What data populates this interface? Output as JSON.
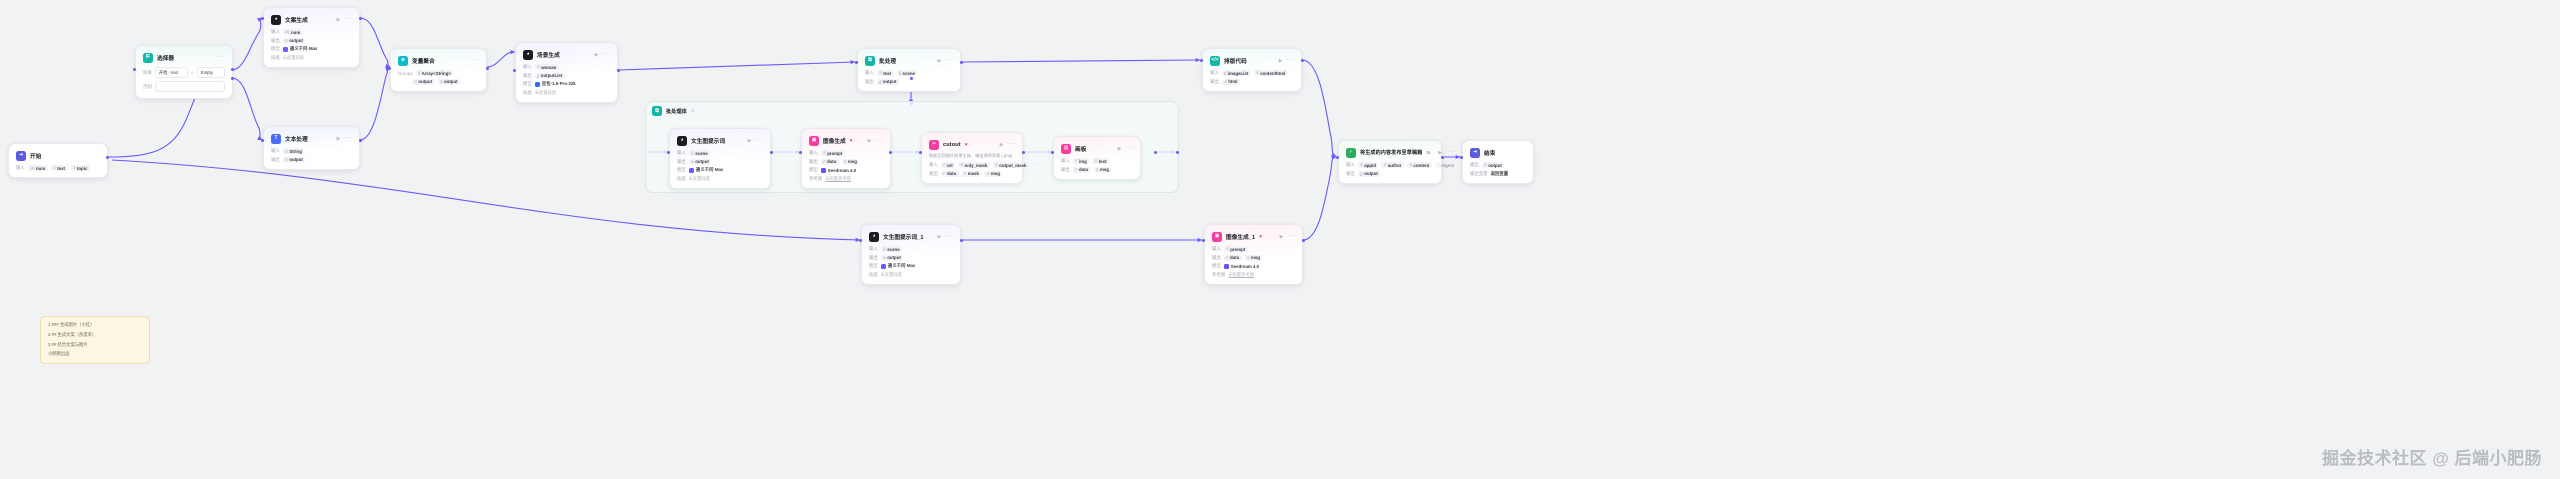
{
  "canvas": {
    "background": "#f1f2f4",
    "accent": "#6a5af9"
  },
  "watermark": "掘金技术社区 @ 后端小肥肠",
  "labels": {
    "input": "输入",
    "output": "输出",
    "model": "模型",
    "skill": "技能",
    "reference": "参考图",
    "output_var": "输出变量",
    "group1": "Group1"
  },
  "note": {
    "lines": [
      "1.### 生成图片（小红）",
      "2.## 生成文案（热度率）",
      "3.## 结合文案与图片",
      "小肥肠出品"
    ]
  },
  "nodes": {
    "start": {
      "title": "开始",
      "icon": "start-icon",
      "rows": [
        {
          "label": "输入",
          "chips": [
            {
              "t": "{x}",
              "v": "num"
            },
            {
              "t": "S",
              "v": "text"
            },
            {
              "t": "S",
              "v": "topic"
            }
          ]
        }
      ]
    },
    "selector": {
      "title": "选择器",
      "icon": "if-icon",
      "badge": "IF",
      "cond_label": "如果",
      "cond_var": "开始 - text",
      "cond_op": "=",
      "cond_value": "Empty",
      "else_label": "否则"
    },
    "copy_gen": {
      "title": "文案生成",
      "icon": "llm-icon",
      "rows": [
        {
          "label": "输入",
          "chips": [
            {
              "t": "{x}",
              "v": "num"
            }
          ]
        },
        {
          "label": "输出",
          "chips": [
            {
              "t": "S",
              "v": "output"
            }
          ]
        },
        {
          "label": "模型",
          "model": "通义千问·Max"
        },
        {
          "label": "技能",
          "muted": "未配置技能"
        }
      ]
    },
    "text_proc": {
      "title": "文本处理",
      "icon": "text-icon",
      "rows": [
        {
          "label": "输入",
          "chips": [
            {
              "t": "{}",
              "v": "String"
            }
          ]
        },
        {
          "label": "输出",
          "chips": [
            {
              "t": "S",
              "v": "output"
            }
          ]
        }
      ]
    },
    "var_agg": {
      "title": "变量聚合",
      "icon": "agg-icon",
      "group": "Group1",
      "rows": [
        {
          "chips": [
            {
              "t": "[]",
              "v": "Array<String>"
            }
          ]
        },
        {
          "chips": [
            {
              "t": "S",
              "v": "output"
            },
            {
              "t": "S",
              "v": "output"
            }
          ]
        }
      ]
    },
    "scene_gen": {
      "title": "场景生成",
      "icon": "llm-icon",
      "rows": [
        {
          "label": "输入",
          "chips": [
            {
              "t": "S",
              "v": "woman"
            }
          ]
        },
        {
          "label": "输出",
          "chips": [
            {
              "t": "[]",
              "v": "outputList"
            }
          ]
        },
        {
          "label": "模型",
          "model": "豆包·1.5·Pro·32k"
        },
        {
          "label": "技能",
          "muted": "未配置技能"
        }
      ]
    },
    "batch": {
      "title": "批处理",
      "icon": "batch-icon",
      "rows": [
        {
          "label": "输入",
          "chips": [
            {
              "t": "S",
              "v": "text"
            },
            {
              "t": "[]",
              "v": "scene"
            }
          ]
        },
        {
          "label": "输出",
          "chips": [
            {
              "t": "[]",
              "v": "output"
            }
          ]
        }
      ]
    },
    "batch_body": {
      "title": "批处理体",
      "hint": "①"
    },
    "t2i_prompt": {
      "title": "文生图提示词",
      "icon": "llm-icon",
      "rows": [
        {
          "label": "输入",
          "chips": [
            {
              "t": "{}",
              "v": "scene"
            }
          ]
        },
        {
          "label": "输出",
          "chips": [
            {
              "t": "S",
              "v": "output"
            }
          ]
        },
        {
          "label": "模型",
          "model": "通义千问·Max"
        },
        {
          "label": "技能",
          "muted": "未配置技能"
        }
      ]
    },
    "img_gen": {
      "title": "图像生成",
      "icon": "image-icon",
      "flag": "♥",
      "rows": [
        {
          "label": "输入",
          "chips": [
            {
              "t": "S",
              "v": "prompt"
            }
          ]
        },
        {
          "label": "输出",
          "chips": [
            {
              "t": "F",
              "v": "data"
            },
            {
              "t": "S",
              "v": "msg"
            }
          ]
        },
        {
          "label": "模型",
          "model": "Seedream 4.0"
        },
        {
          "label": "参考图",
          "link": "未配置参考图"
        }
      ]
    },
    "cutout": {
      "title": "cutout",
      "icon": "cutout-icon",
      "flag": "♥",
      "desc": "智能识别图片前景主体，输出透明背景 (.png)",
      "rows": [
        {
          "label": "输入",
          "chips": [
            {
              "t": "F",
              "v": "url"
            },
            {
              "t": "B",
              "v": "only_mask"
            },
            {
              "t": "B",
              "v": "output_mask"
            }
          ],
          "more": "···"
        },
        {
          "label": "输出",
          "chips": [
            {
              "t": "F",
              "v": "data"
            },
            {
              "t": "F",
              "v": "mask"
            },
            {
              "t": "S",
              "v": "msg"
            }
          ]
        }
      ]
    },
    "canvas_nd": {
      "title": "画板",
      "icon": "canvas-icon",
      "rows": [
        {
          "label": "输入",
          "chips": [
            {
              "t": "F",
              "v": "img"
            },
            {
              "t": "S",
              "v": "text"
            }
          ]
        },
        {
          "label": "输出",
          "chips": [
            {
              "t": "F",
              "v": "data"
            },
            {
              "t": "S",
              "v": "msg"
            }
          ]
        }
      ]
    },
    "t2i_prompt1": {
      "title": "文生图提示词_1",
      "icon": "llm-icon",
      "rows": [
        {
          "label": "输入",
          "chips": [
            {
              "t": "{}",
              "v": "scene"
            }
          ]
        },
        {
          "label": "输出",
          "chips": [
            {
              "t": "S",
              "v": "output"
            }
          ]
        },
        {
          "label": "模型",
          "model": "通义千问·Max"
        },
        {
          "label": "技能",
          "muted": "未配置技能"
        }
      ]
    },
    "img_gen1": {
      "title": "图像生成_1",
      "icon": "image-icon",
      "flag": "♥",
      "rows": [
        {
          "label": "输入",
          "chips": [
            {
              "t": "S",
              "v": "prompt"
            }
          ]
        },
        {
          "label": "输出",
          "chips": [
            {
              "t": "F",
              "v": "data"
            },
            {
              "t": "S",
              "v": "msg"
            }
          ]
        },
        {
          "label": "模型",
          "model": "Seedream 4.0"
        },
        {
          "label": "参考图",
          "link": "未配置参考图"
        }
      ]
    },
    "layout_code": {
      "title": "排版代码",
      "icon": "code-icon",
      "rows": [
        {
          "label": "输入",
          "chips": [
            {
              "t": "[]",
              "v": "imageList"
            },
            {
              "t": "S",
              "v": "contenthtml"
            }
          ]
        },
        {
          "label": "输出",
          "chips": [
            {
              "t": "S",
              "v": "html"
            }
          ]
        }
      ]
    },
    "publish": {
      "title": "将生成的内容发布至草稿箱",
      "icon": "publish-icon",
      "badge": "⊞",
      "rows": [
        {
          "label": "输入",
          "chips": [
            {
              "t": "S",
              "v": "appid"
            },
            {
              "t": "S",
              "v": "author"
            },
            {
              "t": "S",
              "v": "content"
            },
            {
              "t": "S",
              "v": "digest"
            }
          ],
          "more": "···"
        },
        {
          "label": "输出",
          "chips": [
            {
              "t": "{}",
              "v": "output"
            }
          ]
        }
      ]
    },
    "end": {
      "title": "结束",
      "icon": "end-icon",
      "rows": [
        {
          "label": "输出",
          "chips": [
            {
              "t": "S",
              "v": "output"
            }
          ]
        },
        {
          "label": "输出变量",
          "plain": "返回变量"
        }
      ]
    }
  }
}
